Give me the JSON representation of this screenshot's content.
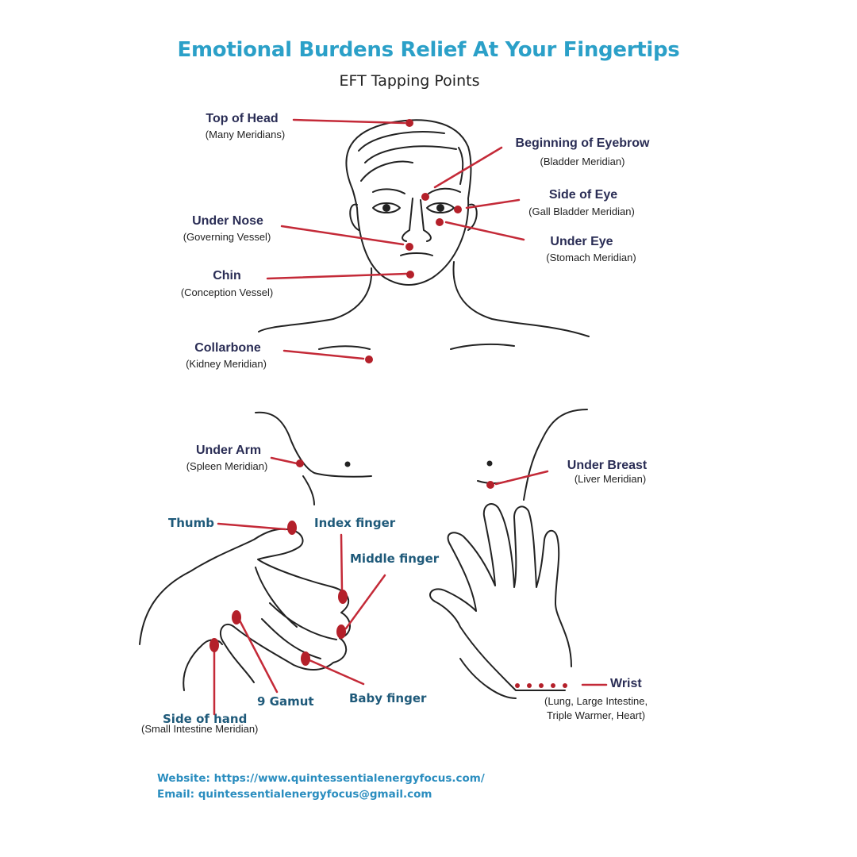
{
  "header": {
    "title": "Emotional Burdens Relief At Your Fingertips",
    "subtitle": "EFT Tapping Points"
  },
  "face_points": {
    "top_of_head": {
      "label": "Top of Head",
      "detail": "(Many Meridians)"
    },
    "eyebrow": {
      "label": "Beginning of Eyebrow",
      "detail": "(Bladder Meridian)"
    },
    "side_of_eye": {
      "label": "Side of Eye",
      "detail": "(Gall Bladder Meridian)"
    },
    "under_nose": {
      "label": "Under Nose",
      "detail": "(Governing Vessel)"
    },
    "under_eye": {
      "label": "Under Eye",
      "detail": "(Stomach Meridian)"
    },
    "chin": {
      "label": "Chin",
      "detail": "(Conception Vessel)"
    },
    "collarbone": {
      "label": "Collarbone",
      "detail": "(Kidney Meridian)"
    }
  },
  "torso_points": {
    "under_arm": {
      "label": "Under Arm",
      "detail": "(Spleen Meridian)"
    },
    "under_breast": {
      "label": "Under Breast",
      "detail": "(Liver Meridian)"
    }
  },
  "hand_points": {
    "thumb": "Thumb",
    "index_finger": "Index finger",
    "middle_finger": "Middle finger",
    "baby_finger": "Baby finger",
    "gamut": "9 Gamut",
    "side_of_hand": {
      "label": "Side of hand",
      "detail": "(Small Intestine Meridian)"
    },
    "wrist": {
      "label": "Wrist",
      "detail": "(Lung, Large Intestine,\nTriple Warmer, Heart)"
    }
  },
  "footer": {
    "website": "Website: https://www.quintessentialenergyfocus.com/",
    "email": "Email: quintessentialenergyfocus@gmail.com"
  },
  "colors": {
    "title": "#2ba0c8",
    "label": "#2a2d55",
    "hand_label": "#1f5a7a",
    "point": "#b4202a",
    "leader_line": "#c42a38",
    "footer": "#2a8dbf"
  }
}
